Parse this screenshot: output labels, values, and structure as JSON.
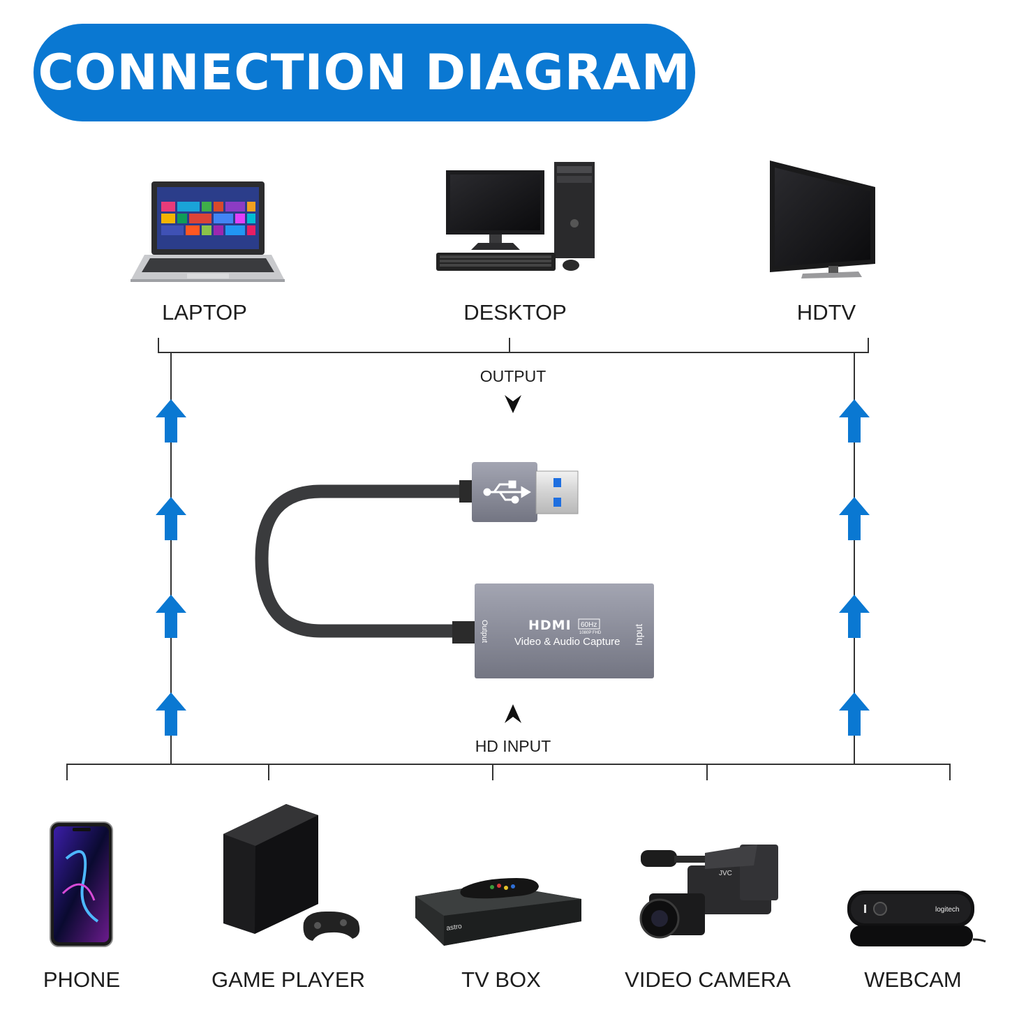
{
  "title": "CONNECTION DIAGRAM",
  "colors": {
    "accent": "#0a78d2",
    "line": "#333333",
    "device_body": "#8a8c99"
  },
  "output_devices": [
    {
      "label": "LAPTOP",
      "icon": "laptop-icon"
    },
    {
      "label": "DESKTOP",
      "icon": "desktop-computer-icon"
    },
    {
      "label": "HDTV",
      "icon": "hdtv-icon"
    }
  ],
  "input_devices": [
    {
      "label": "PHONE",
      "icon": "smartphone-icon"
    },
    {
      "label": "GAME PLAYER",
      "icon": "game-console-icon"
    },
    {
      "label": "TV BOX",
      "icon": "tv-box-icon"
    },
    {
      "label": "VIDEO CAMERA",
      "icon": "video-camera-icon"
    },
    {
      "label": "WEBCAM",
      "icon": "webcam-icon"
    }
  ],
  "output_label": "OUTPUT",
  "input_label": "HD INPUT",
  "capture_device": {
    "brand": "HDMI",
    "spec_badge": "60Hz",
    "spec_resolution": "1080P FHD",
    "caption": "Video & Audio Capture",
    "port_out": "Output",
    "port_in": "Input"
  },
  "webcam_brand": "logitech",
  "tvbox_brand": "astro"
}
